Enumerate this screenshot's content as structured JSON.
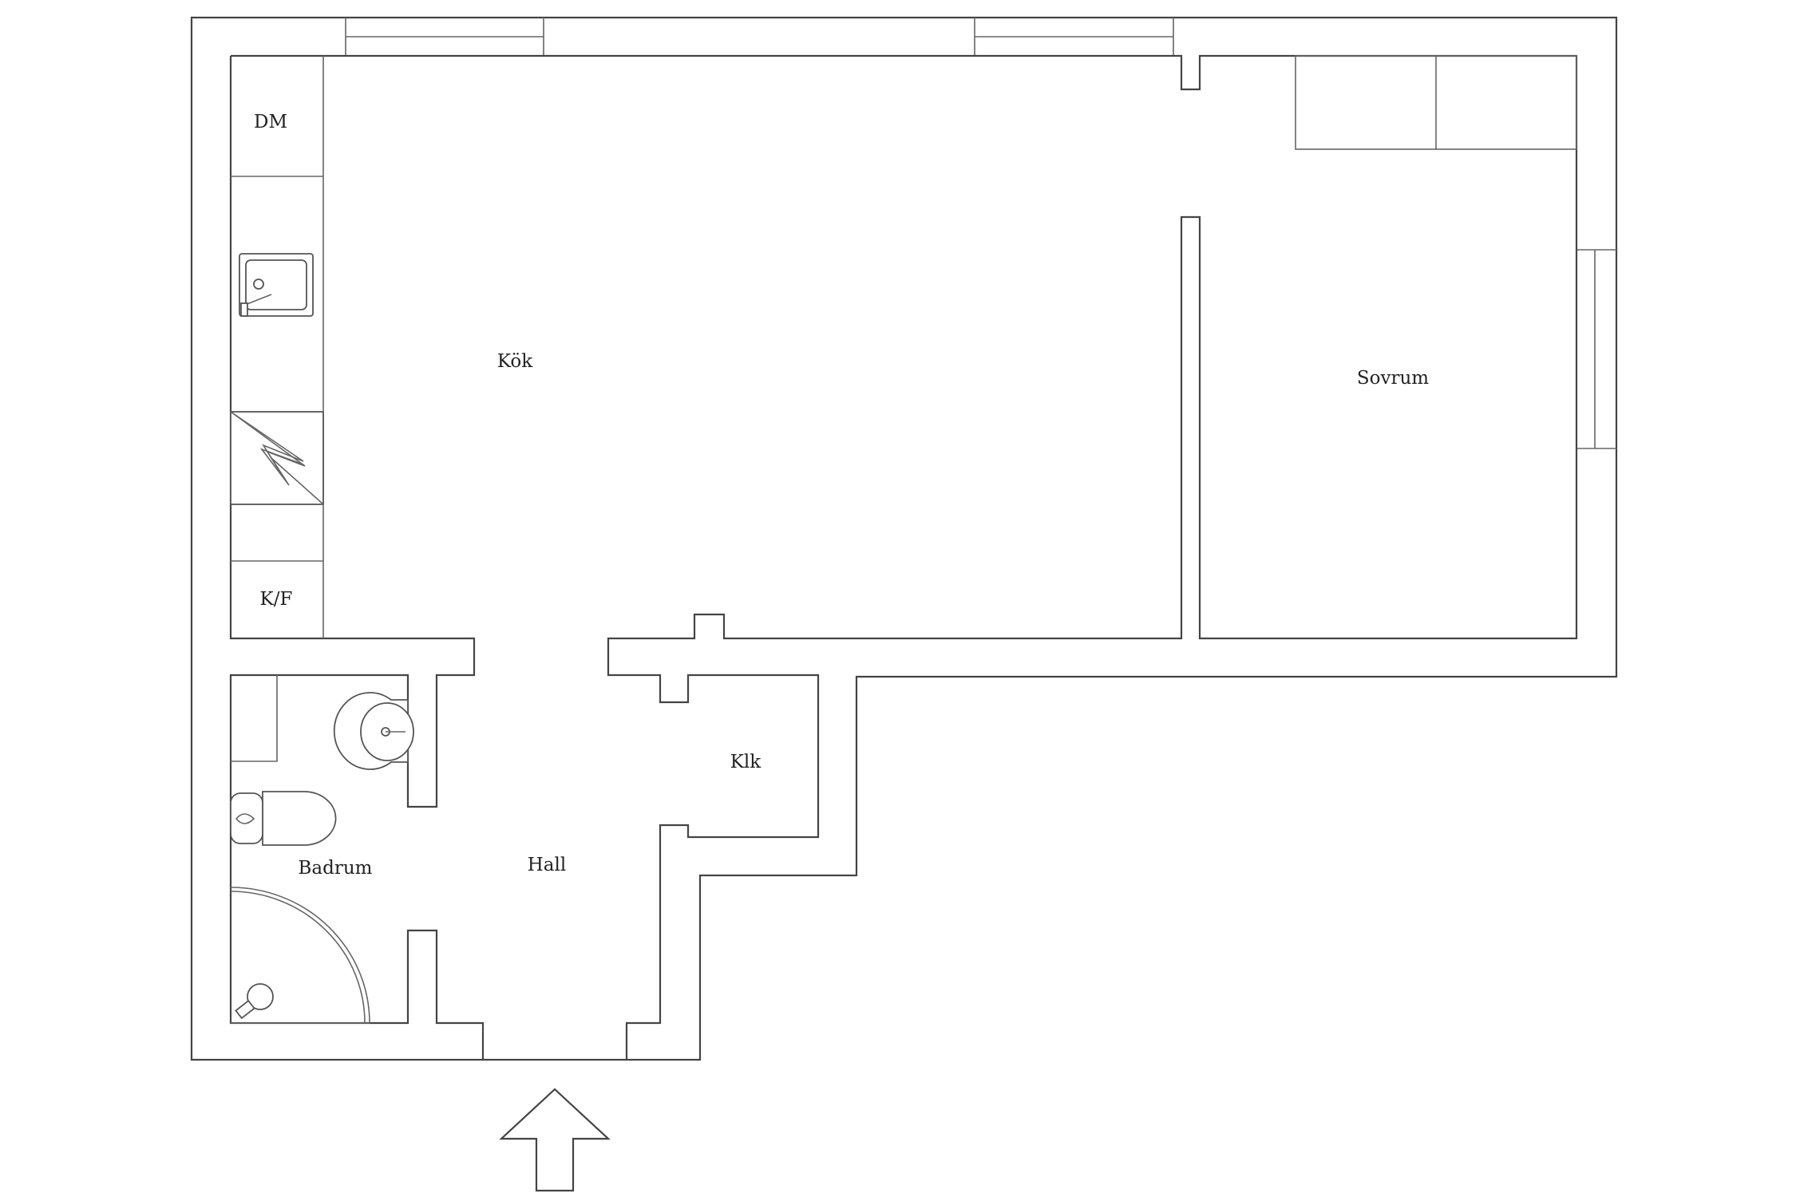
{
  "rooms": {
    "kitchen": "Kök",
    "bedroom": "Sovrum",
    "bathroom": "Badrum",
    "hall": "Hall",
    "closet": "Klk",
    "dishwasher": "DM",
    "fridge_freezer": "K/F"
  },
  "colors": {
    "line": "#444444",
    "background": "#ffffff"
  },
  "icons": [
    "sink-icon",
    "stove-icon",
    "washbasin-icon",
    "toilet-icon",
    "shower-icon",
    "entrance-arrow-icon"
  ]
}
